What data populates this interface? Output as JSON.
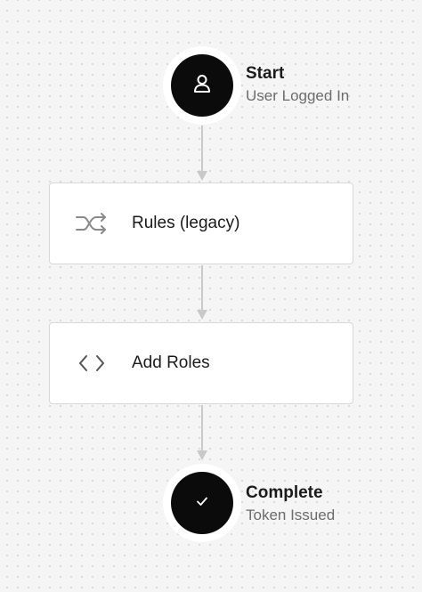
{
  "flow": {
    "start": {
      "title": "Start",
      "subtitle": "User Logged In",
      "icon": "user-icon"
    },
    "actions": [
      {
        "label": "Rules (legacy)",
        "icon": "shuffle-icon"
      },
      {
        "label": "Add Roles",
        "icon": "code-icon"
      }
    ],
    "complete": {
      "title": "Complete",
      "subtitle": "Token Issued",
      "icon": "check-icon"
    }
  },
  "colors": {
    "node_fill": "#0b0b0b",
    "connector": "#c9c9c9",
    "card_border": "#d8d8d8",
    "background": "#f5f5f5"
  }
}
